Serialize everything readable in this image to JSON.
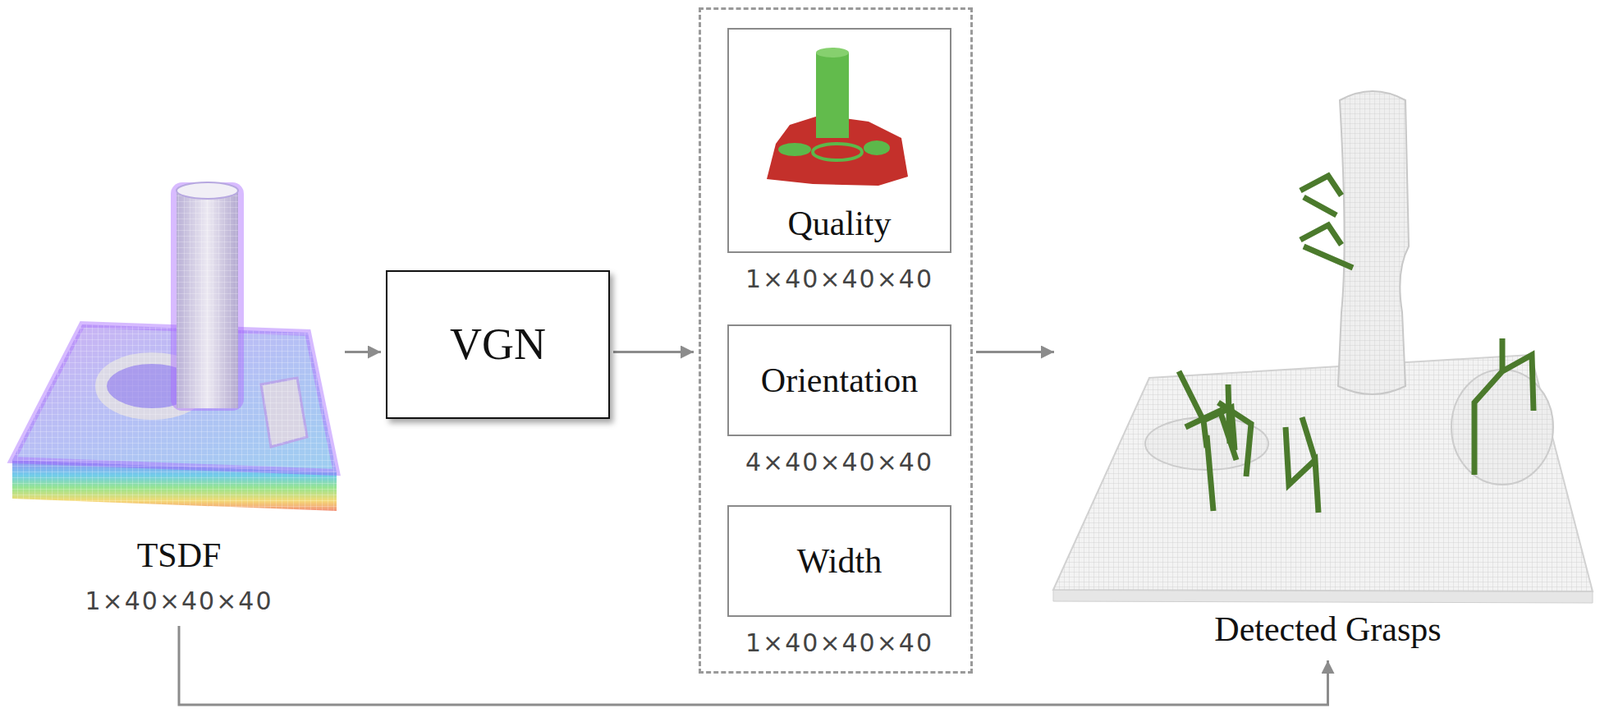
{
  "diagram": {
    "nodes": [
      {
        "text": [
          "TSDF",
          "1×40×40×40"
        ]
      },
      {
        "text": [
          "VGN"
        ]
      },
      {
        "text": []
      },
      {
        "text": [
          "Quality",
          "1×40×40×40"
        ],
        "in": 2
      },
      {
        "text": [
          "Orientation",
          "4×40×40×40"
        ],
        "in": 2
      },
      {
        "text": [
          "Width",
          "1×40×40×40"
        ],
        "in": 2
      },
      {
        "text": [
          "Detected Grasps"
        ]
      }
    ],
    "edges": [
      {
        "from": 0,
        "to": 1,
        "arrow": "to"
      },
      {
        "from": 1,
        "to": 2,
        "arrow": "to"
      },
      {
        "from": 2,
        "to": 6,
        "arrow": "to"
      },
      {
        "from": 0,
        "to": 6,
        "arrow": "to"
      }
    ]
  }
}
